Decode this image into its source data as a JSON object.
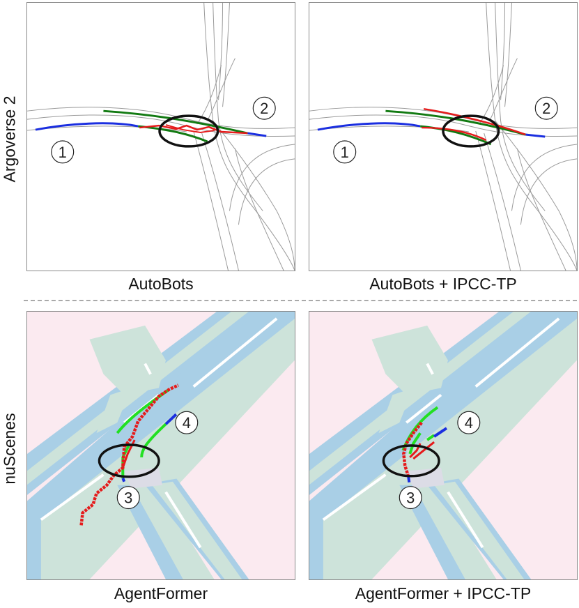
{
  "row_labels": {
    "top": "Argoverse 2",
    "bottom": "nuScenes"
  },
  "captions": {
    "top_left": "AutoBots",
    "top_right": "AutoBots + IPCC-TP",
    "bottom_left": "AgentFormer",
    "bottom_right": "AgentFormer + IPCC-TP"
  },
  "markers": {
    "m1": "1",
    "m2": "2",
    "m3": "3",
    "m4": "4"
  },
  "colors": {
    "history": "#1a2ee0",
    "ground_truth": "#127a12",
    "ground_truth_light": "#22e022",
    "prediction": "#e51b1b",
    "lane": "#9a9a9a",
    "road": "#cde3da",
    "walkway": "#a9cfe6",
    "background": "#fbeaf0",
    "highlight": "#111111"
  }
}
